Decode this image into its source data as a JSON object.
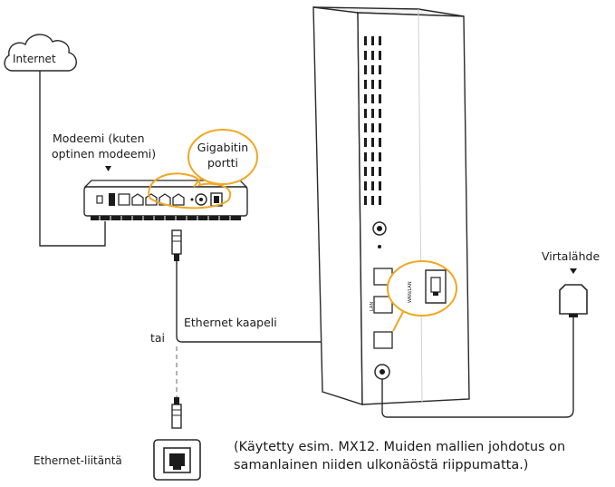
{
  "labels": {
    "internet": "Internet",
    "modem_line1": "Modeemi (kuten",
    "modem_line2": "optinen modeemi)",
    "gigabit_line1": "Gigabitin",
    "gigabit_line2": "portti",
    "power": "Virtalähde",
    "ethernet_cable": "Ethernet kaapeli",
    "or": "tai",
    "ethernet_socket": "Ethernet-liitäntä",
    "note_line1": "(Käytetty esim. MX12. Muiden mallien johdotus on",
    "note_line2": "samanlainen niiden ulkonäöstä riippumatta.)",
    "port_wan_lan": "WAN/LAN",
    "port_lan": "LAN"
  },
  "colors": {
    "line": "#2a2a2a",
    "highlight": "#f0a824",
    "dashed": "#9a9a9a"
  }
}
